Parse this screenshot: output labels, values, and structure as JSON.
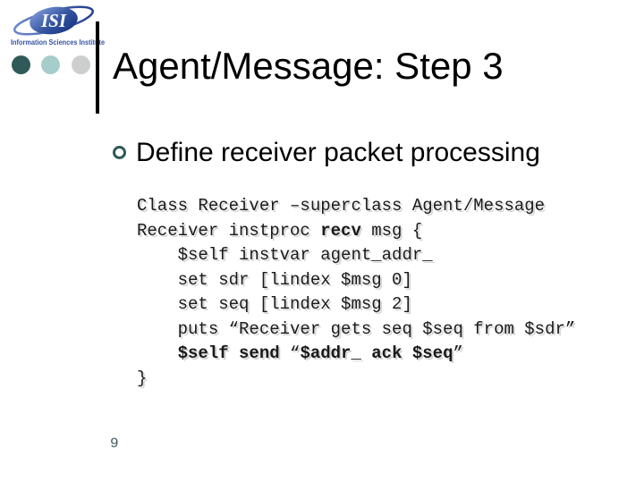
{
  "slide": {
    "logo": {
      "name": "ISI",
      "tagline": "Information Sciences Institute"
    },
    "title": "Agent/Message: Step 3",
    "bullet": "Define receiver packet processing",
    "code": {
      "lines": [
        [
          {
            "t": "Class Receiver –superclass Agent/Message",
            "b": false
          }
        ],
        [
          {
            "t": "Receiver instproc ",
            "b": false
          },
          {
            "t": "recv",
            "b": true
          },
          {
            "t": " msg {",
            "b": false
          }
        ],
        [
          {
            "t": "    $self instvar agent_addr_",
            "b": false
          }
        ],
        [
          {
            "t": "    set sdr [lindex $msg 0]",
            "b": false
          }
        ],
        [
          {
            "t": "    set seq [lindex $msg 2]",
            "b": false
          }
        ],
        [
          {
            "t": "    puts “Receiver gets seq $seq from $sdr”",
            "b": false
          }
        ],
        [
          {
            "t": "    ",
            "b": false
          },
          {
            "t": "$self send",
            "b": true
          },
          {
            "t": " “",
            "b": false
          },
          {
            "t": "$addr_ ack $seq",
            "b": true
          },
          {
            "t": "”",
            "b": false
          }
        ],
        [
          {
            "t": "}",
            "b": false
          }
        ]
      ]
    },
    "page_number": "9",
    "dot_colors": [
      "#2f5a57",
      "#a6cdca",
      "#cccfce"
    ],
    "colors": {
      "bullet_ring": "#2f5a57",
      "page_number": "#3e5a60",
      "logo_blue": "#2a4b9b",
      "divider": "#000000"
    },
    "icons": {
      "bullet": "circle-outline",
      "logo": "isi-orbit-globe"
    }
  }
}
